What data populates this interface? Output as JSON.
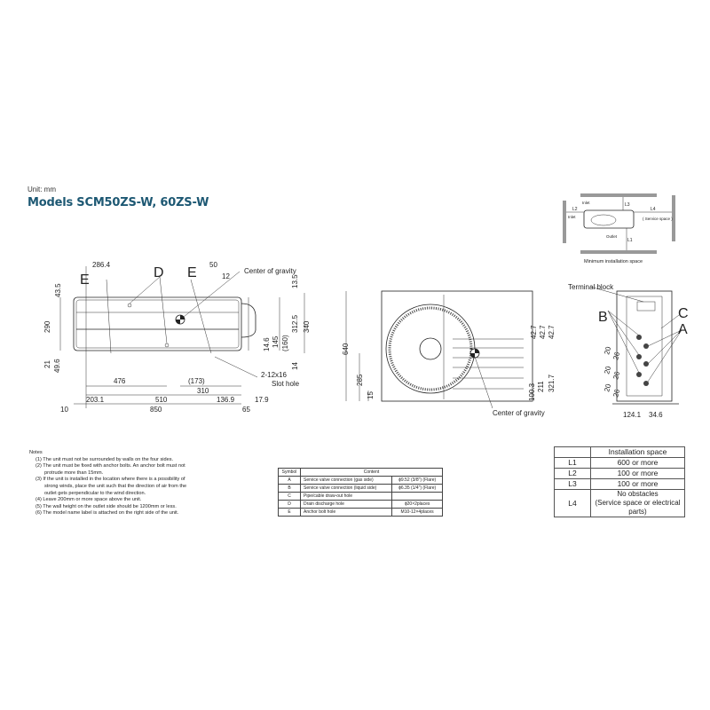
{
  "header": {
    "unit": "Unit: mm",
    "title": "Models SCM50ZS-W, 60ZS-W"
  },
  "top_view": {
    "labels": {
      "e1": "E",
      "d": "D",
      "e2": "E",
      "cog": "Center of gravity",
      "slot": "2-12x16",
      "slot2": "Slot hole"
    },
    "dims": [
      "286.4",
      "50",
      "12",
      "13.5",
      "43.5",
      "290",
      "21",
      "49.6",
      "312.5",
      "340",
      "14.6",
      "145",
      "(160)",
      "14",
      "476",
      "(173)",
      "310",
      "203.1",
      "510",
      "136.9",
      "17.9",
      "10",
      "850",
      "65"
    ]
  },
  "front_view": {
    "labels": {
      "cog": "Center of gravity"
    },
    "dims": [
      "640",
      "285",
      "15",
      "42.7",
      "42.7",
      "42.7",
      "100.3",
      "211",
      "321.7"
    ]
  },
  "side_view": {
    "labels": {
      "terminal": "Terminal block",
      "b": "B",
      "c": "C",
      "a": "A"
    },
    "dims": [
      "124.1",
      "34.6",
      "20",
      "26",
      "20",
      "26",
      "20",
      "26"
    ]
  },
  "install_diagram": {
    "inlet_top": "Inlet",
    "inlet_left": "Inlet",
    "outlet": "Outlet",
    "l1": "L1",
    "l2": "L2",
    "l3": "L3",
    "l4": "L4",
    "service": "( Service space )",
    "caption": "Minimum installation space"
  },
  "notes": {
    "title": "Notes",
    "items": [
      [
        "(1) The unit must not be surrounded by walls on the four sides."
      ],
      [
        "(2) The unit must be fixed with anchor bolts. An anchor bolt must not",
        "protrude more than 15mm."
      ],
      [
        "(3) If the unit is installed in the location where there is a possibility of",
        "strong winds, place the unit such that the direction of air from the",
        "outlet gets perpendicular to the wind direction."
      ],
      [
        "(4) Leave 200mm or more space above the unit."
      ],
      [
        "(5) The wall height on the outlet side should be 1200mm or less."
      ],
      [
        "(6) The model name label is attached on the right side of the unit."
      ]
    ]
  },
  "symbol_table": {
    "headers": [
      "Symbol",
      "Content"
    ],
    "rows": [
      [
        "A",
        "Service valve connection (gas side)",
        "ϕ9.52 (3/8\") (Flare)"
      ],
      [
        "B",
        "Service valve connection (liquid side)",
        "ϕ6.35 (1/4\") (Flare)"
      ],
      [
        "C",
        "Pipe/cable draw-out hole",
        ""
      ],
      [
        "D",
        "Drain discharge hole",
        "ϕ20×2places"
      ],
      [
        "E",
        "Anchor bolt hole",
        "M10-12×4places"
      ]
    ]
  },
  "install_table": {
    "header": "Installation space",
    "rows": [
      [
        "L1",
        "600  or more"
      ],
      [
        "L2",
        "100  or more"
      ],
      [
        "L3",
        "100  or more"
      ],
      [
        "L4",
        "No obstacles",
        "(Service space or electrical parts)"
      ]
    ]
  }
}
